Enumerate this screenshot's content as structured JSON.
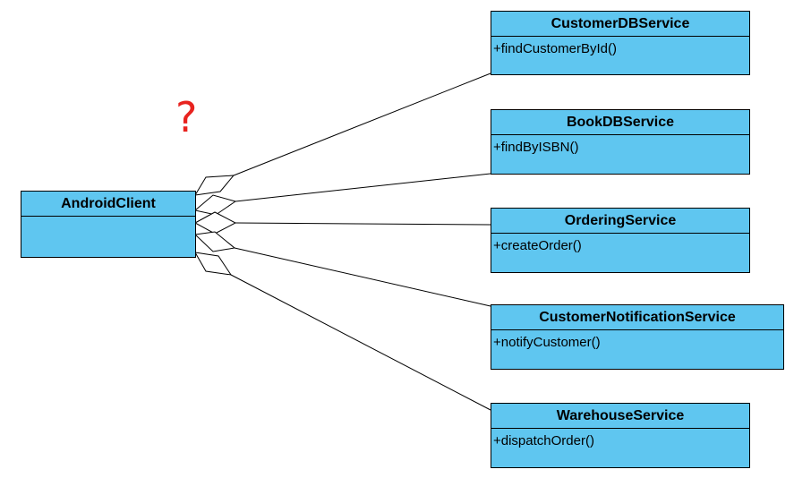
{
  "diagram": {
    "annotation": "?",
    "client": {
      "name": "AndroidClient",
      "operations": []
    },
    "services": [
      {
        "name": "CustomerDBService",
        "operation": "+findCustomerById()"
      },
      {
        "name": "BookDBService",
        "operation": "+findByISBN()"
      },
      {
        "name": "OrderingService",
        "operation": "+createOrder()"
      },
      {
        "name": "CustomerNotificationService",
        "operation": "+notifyCustomer()"
      },
      {
        "name": "WarehouseService",
        "operation": "+dispatchOrder()"
      }
    ]
  },
  "colors": {
    "box_fill": "#5fc6f0",
    "box_border": "#000000",
    "line": "#000000",
    "annotation": "#e8231f"
  }
}
